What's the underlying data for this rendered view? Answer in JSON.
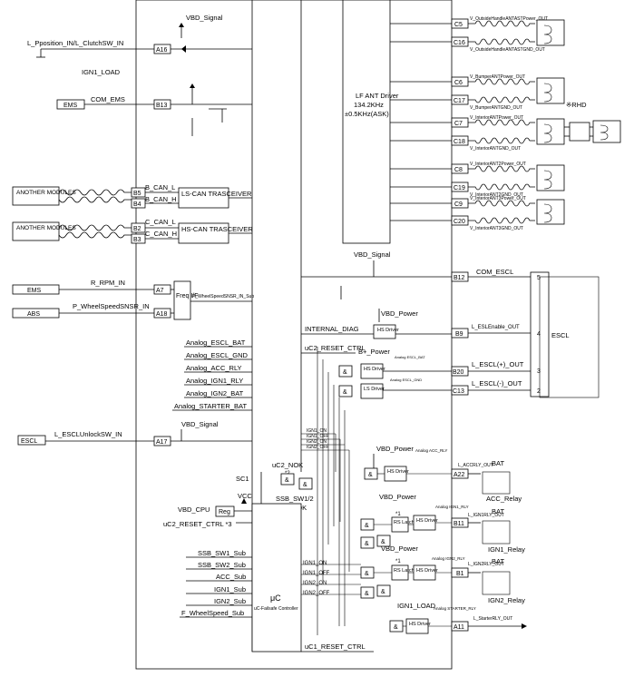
{
  "inputs_left": {
    "vbd_signal_top": "VBD_Signal",
    "l_pposition": "L_Pposition_IN/L_ClutchSW_IN",
    "ign1_load_top": "IGN1_LOAD",
    "com_ems": "COM_EMS",
    "ems1": "EMS",
    "b_can_l": "B_CAN_L",
    "b_can_h": "B_CAN_H",
    "c_can_l": "C_CAN_L",
    "c_can_h": "C_CAN_H",
    "another_modules_1": "ANOTHER MODULES",
    "another_modules_2": "ANOTHER MODULES",
    "ls_can": "LS-CAN TRASCEIVER",
    "hs_can": "HS-CAN TRASCEIVER",
    "r_rpm_in": "R_RPM_IN",
    "ems2": "EMS",
    "p_wheel": "P_WheelSpeedSNSR_IN",
    "abs": "ABS",
    "freq_if": "Freq I/F",
    "p_wheel_sub": "P_WheelSpeedSNSR_IN_Sub",
    "escl_unlock": "L_ESCLUnlockSW_IN",
    "escl_box": "ESCL"
  },
  "analog_list": [
    "Analog_ESCL_BAT",
    "Analog_ESCL_GND",
    "Analog_ACC_RLY",
    "Analog_IGN1_RLY",
    "Analog_IGN2_BAT",
    "Analog_STARTER_BAT"
  ],
  "pins": {
    "a16": "A16",
    "b13": "B13",
    "b5": "B5",
    "b4": "B4",
    "b2": "B2",
    "b3": "B3",
    "a7": "A7",
    "a18": "A18",
    "a17": "A17",
    "c5": "C5",
    "c16": "C16",
    "c6": "C6",
    "c17": "C17",
    "c7": "C7",
    "c18": "C18",
    "c8": "C8",
    "c19": "C19",
    "c9": "C9",
    "c20": "C20",
    "b12": "B12",
    "b9": "B9",
    "b20": "B20",
    "c13": "C13",
    "a22": "A22",
    "b11": "B11",
    "b1": "B1",
    "a11": "A11"
  },
  "lf_ant": {
    "label": "LF ANT Driver",
    "freq": "134.2KHz",
    "tol": "±0.5KHz(ASK)",
    "antennas": [
      {
        "pwr": "V_OutsideHandleANTASTPower_OUT",
        "gnd": "V_OutsideHandleANTASTGND_OUT"
      },
      {
        "pwr": "V_BumperANTPower_OUT",
        "gnd": "V_BumperANTGND_OUT"
      },
      {
        "pwr": "V_InteriorANTPower_OUT",
        "gnd": "V_InteriorANTGND_OUT"
      },
      {
        "pwr": "V_InteriorANT2Power_OUT",
        "gnd": "V_InteriorANT2GND_OUT"
      },
      {
        "pwr": "V_InteriorANT3Power_OUT",
        "gnd": "V_InteriorANT3GND_OUT"
      }
    ],
    "rhd": "※RHD"
  },
  "escl_section": {
    "vbd_signal": "VBD_Signal",
    "com_escl": "COM_ESCL",
    "vbd_power": "VBD_Power",
    "internal_diag": "INTERNAL_DIAG",
    "hs_driver": "HS Driver",
    "ls_driver": "LS Driver",
    "l_escl_enable": "L_ESLEnable_OUT",
    "uc2_reset": "uC2_RESET_CTRL",
    "bplus_power": "B+_Power",
    "analog_escl_bat_small": "Analog ESCL_BAT",
    "analog_escl_gnd_small": "Analog ESCL_GND",
    "l_escl_plus": "L_ESCL(+)_OUT",
    "l_escl_minus": "L_ESCL(-)_OUT",
    "escl_pins": [
      "5",
      "4",
      "3",
      "2"
    ],
    "escl": "ESCL"
  },
  "mcu": {
    "vbd_signal": "VBD_Signal",
    "escl_c": "ESCL",
    "ign1_on": "IGN1_ON",
    "ign1_off": "IGN1_OFF",
    "ign2_on": "IGN2_ON",
    "ign2_off": "IGN2_OFF",
    "uc2_nok_top": "uC2_NOK",
    "star2": "*2",
    "sc1": "SC1",
    "ssb_sw12": "SSB_SW1/2",
    "uc2_nok": "uC2_NOK",
    "vcc": "VCC",
    "vbd_cpu": "VBD_CPU",
    "reg": "Reg",
    "uc2_reset3": "uC2_RESET_CTRL *3",
    "uc": "μC",
    "uc_sub": "uC-Failsafe Controller",
    "subs": [
      "SSB_SW1_Sub",
      "SSB_SW2_Sub",
      "ACC_Sub",
      "IGN1_Sub",
      "IGN2_Sub",
      "F_WheelSpeed_Sub"
    ],
    "outs": [
      "IGN1_ON",
      "IGN1_OFF",
      "IGN2_ON",
      "IGN2_OFF"
    ],
    "uc1_reset": "uC1_RESET_CTRL",
    "amp": "&",
    "star1": "*1",
    "rs_latch": "RS Latch",
    "hs_driver": "HS Driver"
  },
  "relays": {
    "vbd_power": "VBD_Power",
    "bat": "BAT",
    "acc_relay": "ACC_Relay",
    "ign1_relay": "IGN1_Relay",
    "ign2_relay": "IGN2_Relay",
    "analog_acc": "Analog ACC_RLY",
    "analog_ign1": "Analog IGN1_RLY",
    "analog_ign2": "Analog IGN2_RLY",
    "analog_starter": "Analog STARTER_RLY",
    "l_accrly": "L_ACCRLY_OUT",
    "l_ign1rly": "L_IGN1RLY_OUT",
    "l_ign2rly": "L_IGN2RLY_OUT",
    "l_startrly": "L_StarterRLY_OUT",
    "ign1_load": "IGN1_LOAD"
  }
}
